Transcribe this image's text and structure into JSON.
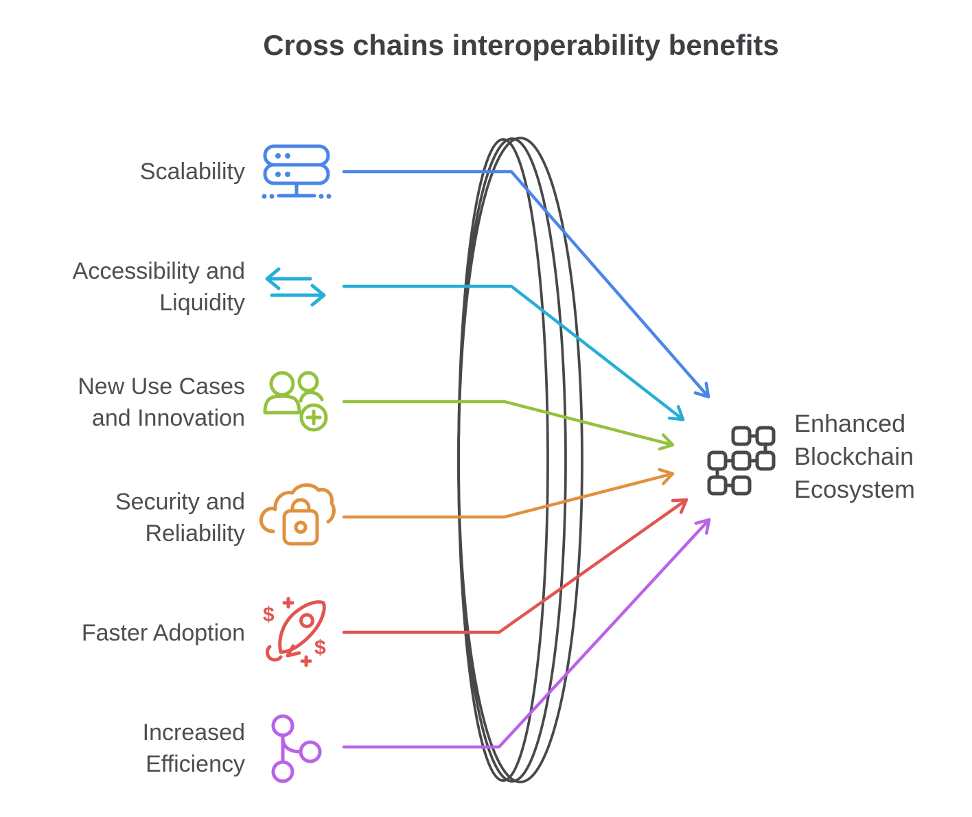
{
  "title": "Cross chains interoperability benefits",
  "colors": {
    "background": "#ffffff",
    "title_text": "#3e4144",
    "label_text": "#4c4e50",
    "outline": "#47484a",
    "blue": "#4a86e8",
    "cyan": "#26aed6",
    "green": "#94c13f",
    "orange": "#e0913d",
    "red": "#e15551",
    "purple": "#ba62e8"
  },
  "items": [
    {
      "id": "scalability",
      "lines": [
        "Scalability"
      ],
      "icon": "server-icon",
      "color": "blue"
    },
    {
      "id": "accessibility-liquidity",
      "lines": [
        "Accessibility and",
        "Liquidity"
      ],
      "icon": "swap-arrows-icon",
      "color": "cyan"
    },
    {
      "id": "new-use-cases",
      "lines": [
        "New Use Cases",
        "and Innovation"
      ],
      "icon": "users-plus-icon",
      "color": "green"
    },
    {
      "id": "security-reliability",
      "lines": [
        "Security and",
        "Reliability"
      ],
      "icon": "cloud-lock-icon",
      "color": "orange"
    },
    {
      "id": "faster-adoption",
      "lines": [
        "Faster Adoption"
      ],
      "icon": "rocket-icon",
      "color": "red"
    },
    {
      "id": "increased-efficiency",
      "lines": [
        "Increased",
        "Efficiency"
      ],
      "icon": "branch-icon",
      "color": "purple"
    }
  ],
  "result": {
    "lines": [
      "Enhanced",
      "Blockchain",
      "Ecosystem"
    ],
    "icon": "blockchain-icon"
  },
  "icon_glyphs": {
    "dollar": "$"
  }
}
